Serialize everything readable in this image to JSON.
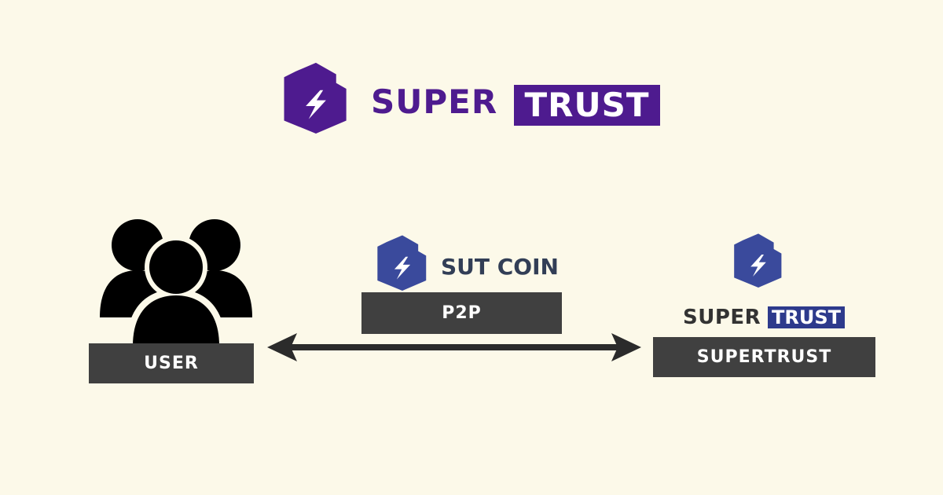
{
  "header": {
    "brand_part1": "SUPER",
    "brand_part2": "TRUST",
    "brand_color": "#4e1b8f"
  },
  "nodes": {
    "user": {
      "label": "USER",
      "icon": "users-group-icon"
    },
    "p2p": {
      "label": "P2P",
      "coin_name": "SUT COIN",
      "coin_icon": "lightning-hexagon-icon",
      "coin_color": "#3a4a9c"
    },
    "supertrust": {
      "label": "SUPERTRUST",
      "brand_part1": "SUPER",
      "brand_part2": "TRUST",
      "icon": "lightning-hexagon-icon",
      "brand_color": "#2d3a8c"
    }
  },
  "connector": {
    "type": "double-arrow",
    "color": "#2b2b2b"
  },
  "colors": {
    "background": "#fcf9e9",
    "label_box": "#404040"
  }
}
